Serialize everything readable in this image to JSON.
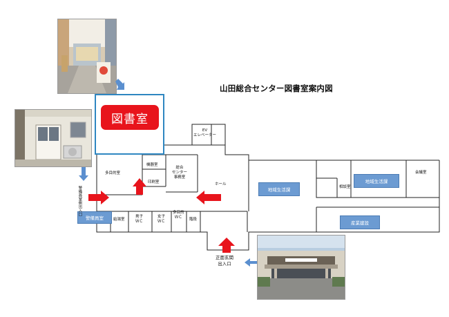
{
  "title": "山田総合センター図書室案内図",
  "rooms": {
    "library": "図書室",
    "multipurpose": "多目的室",
    "machine_room": "機器室",
    "print_room": "印刷室",
    "center_office": "総合\nセンター\n事務室",
    "hall": "ホール",
    "ev": "EV\nエレベーター",
    "community_1": "地域生活課",
    "community_2": "地域生活課",
    "consultation": "相談室",
    "meeting_room": "会議室",
    "industry": "産業建設",
    "guard_room": "警備員室",
    "kitchen": "給湯室",
    "men_wc": "男子\nＷＣ",
    "women_wc": "女子\nＷＣ",
    "multi_wc": "多目的\nＷＣ",
    "stairs": "階段"
  },
  "entrances": {
    "staff_entrance": "警備員室側出入口",
    "main_entrance": "正面玄関\n出入口"
  },
  "colors": {
    "arrow_red": "#e8141c",
    "arrow_blue": "#5b8fcf",
    "library_border": "#2e86c1",
    "dept_blue": "#6c9bd2"
  }
}
